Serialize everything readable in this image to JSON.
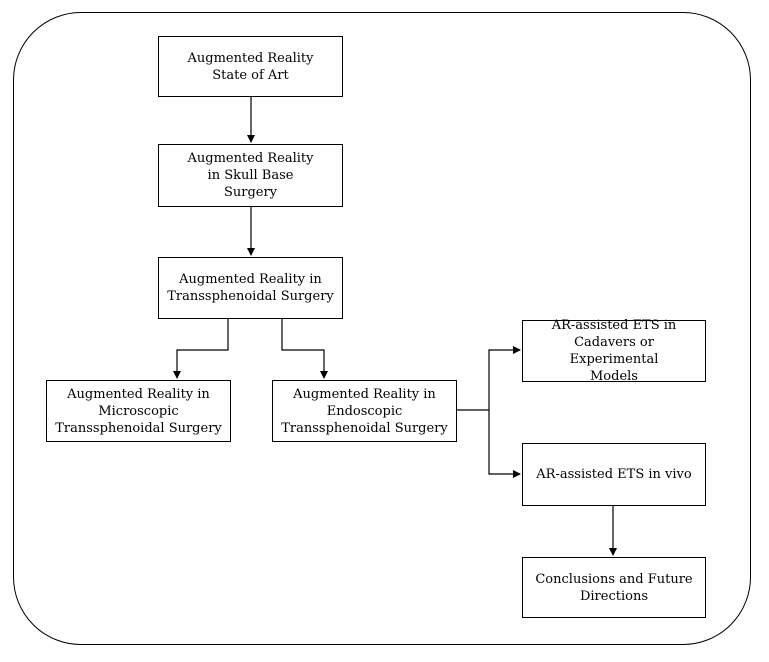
{
  "diagram": {
    "nodes": {
      "state_of_art": "Augmented Reality\nState of Art",
      "skull_base": "Augmented Reality\nin Skull Base\nSurgery",
      "transsphenoidal": "Augmented Reality in\nTranssphenoidal Surgery",
      "microscopic": "Augmented Reality in\nMicroscopic\nTranssphenoidal Surgery",
      "endoscopic": "Augmented Reality in\nEndoscopic\nTranssphenoidal Surgery",
      "cadavers": "AR-assisted ETS in\nCadavers or Experimental\nModels",
      "in_vivo": "AR-assisted ETS in vivo",
      "conclusions": "Conclusions and Future\nDirections"
    }
  }
}
